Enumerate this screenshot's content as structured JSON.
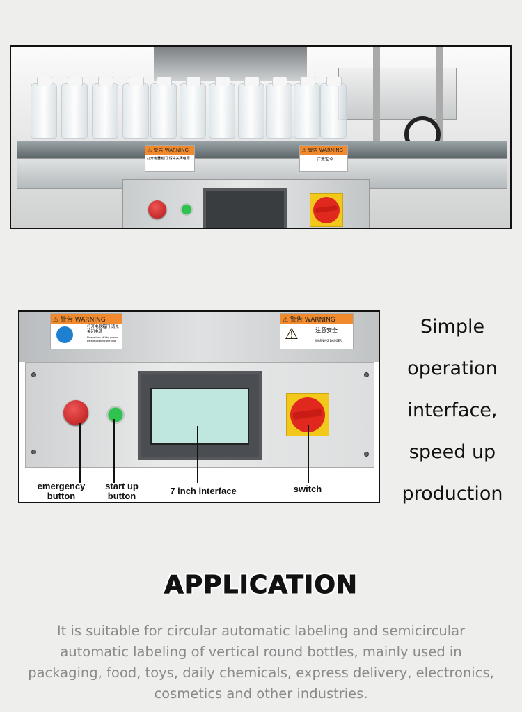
{
  "photo_top": {
    "warning_labels": [
      {
        "header": "⚠ 警告 WARNING",
        "text": "打开电器箱门 请先关闭电源"
      },
      {
        "header": "⚠ 警告 WARNING",
        "text": "注意安全"
      }
    ]
  },
  "photo_panel": {
    "warning_labels": [
      {
        "header": "⚠ 警告 WARNING",
        "text_cn": "打开电器箱门 请先关闭电源",
        "text_en": "Please turn off the power before opening the door"
      },
      {
        "header": "⚠ 警告 WARNING",
        "text_cn": "注意安全",
        "text_en": "WARNING DANGER"
      }
    ],
    "callouts": {
      "emergency": "emergency\nbutton",
      "startup": "start up\nbutton",
      "interface": "7 inch interface",
      "switch": "switch"
    }
  },
  "side_caption": [
    "Simple",
    "operation",
    "interface,",
    "speed up",
    "production"
  ],
  "application": {
    "title": "APPLICATION",
    "description": "It is suitable for circular automatic labeling and semicircular automatic labeling of vertical round bottles, mainly used in packaging, food, toys, daily chemicals, express delivery, electronics, cosmetics and other industries."
  },
  "colors": {
    "background": "#eeeeed",
    "warning_orange": "#f08a2c",
    "emergency_red": "#d42020",
    "start_green": "#2ec24f",
    "switch_yellow": "#f2c91a"
  }
}
